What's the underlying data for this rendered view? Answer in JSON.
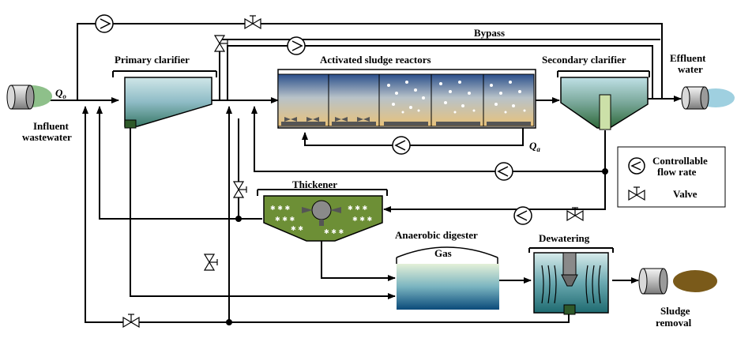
{
  "labels": {
    "bypass": "Bypass",
    "primary_clarifier": "Primary clarifier",
    "activated_sludge_reactors": "Activated sludge reactors",
    "secondary_clarifier": "Secondary clarifier",
    "effluent_line1": "Effluent",
    "effluent_line2": "water",
    "influent_line1": "Influent",
    "influent_line2": "wastewater",
    "qo": "Q",
    "qo_sub": "o",
    "qa": "Q",
    "qa_sub": "a",
    "thickener": "Thickener",
    "anaerobic_digester": "Anaerobic digester",
    "gas": "Gas",
    "dewatering": "Dewatering",
    "sludge_line1": "Sludge",
    "sludge_line2": "removal"
  },
  "legend": {
    "pump_label_line1": "Controllable",
    "pump_label_line2": "flow rate",
    "valve_label": "Valve",
    "pump_icon": "pump-icon",
    "valve_icon": "valve-icon"
  },
  "colors": {
    "water": "#8fbcc6",
    "thickener": "#6d8f36",
    "digester": "#2a7a9a",
    "sludge": "#7a5a1a"
  }
}
